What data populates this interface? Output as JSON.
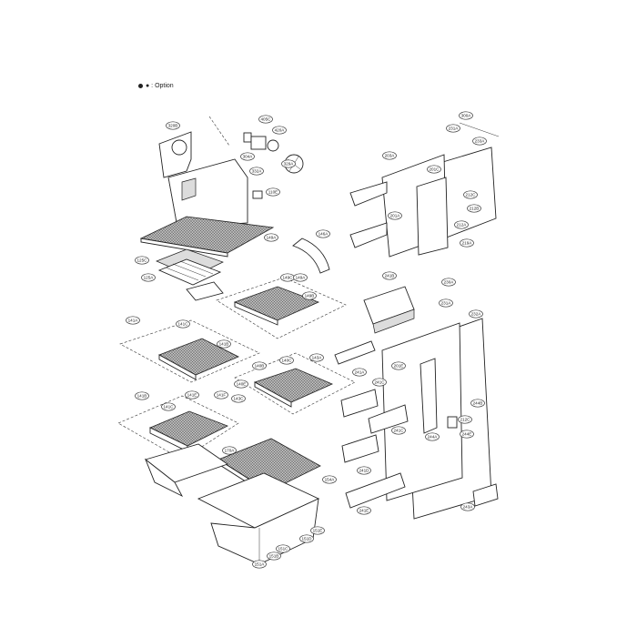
{
  "legend": {
    "text": "● : Option"
  },
  "labels": [
    "320B",
    "405C",
    "420A",
    "329A",
    "304A",
    "332A",
    "110E",
    "149A",
    "125C",
    "125A",
    "146A",
    "149C",
    "149A",
    "149B",
    "141A",
    "141C",
    "141B",
    "143A",
    "140B",
    "140C",
    "140E",
    "143C",
    "141B",
    "141C",
    "141E",
    "141F",
    "170A",
    "154A",
    "151A",
    "151B",
    "151C",
    "151D",
    "151E",
    "300A",
    "231A",
    "233A",
    "203A",
    "201C",
    "212C",
    "212B",
    "201A",
    "212A",
    "219A",
    "241B",
    "230A",
    "231A",
    "232A",
    "201E",
    "241A",
    "241C",
    "241C",
    "241D",
    "241E",
    "244B",
    "212C",
    "244A",
    "244E",
    "243A"
  ]
}
